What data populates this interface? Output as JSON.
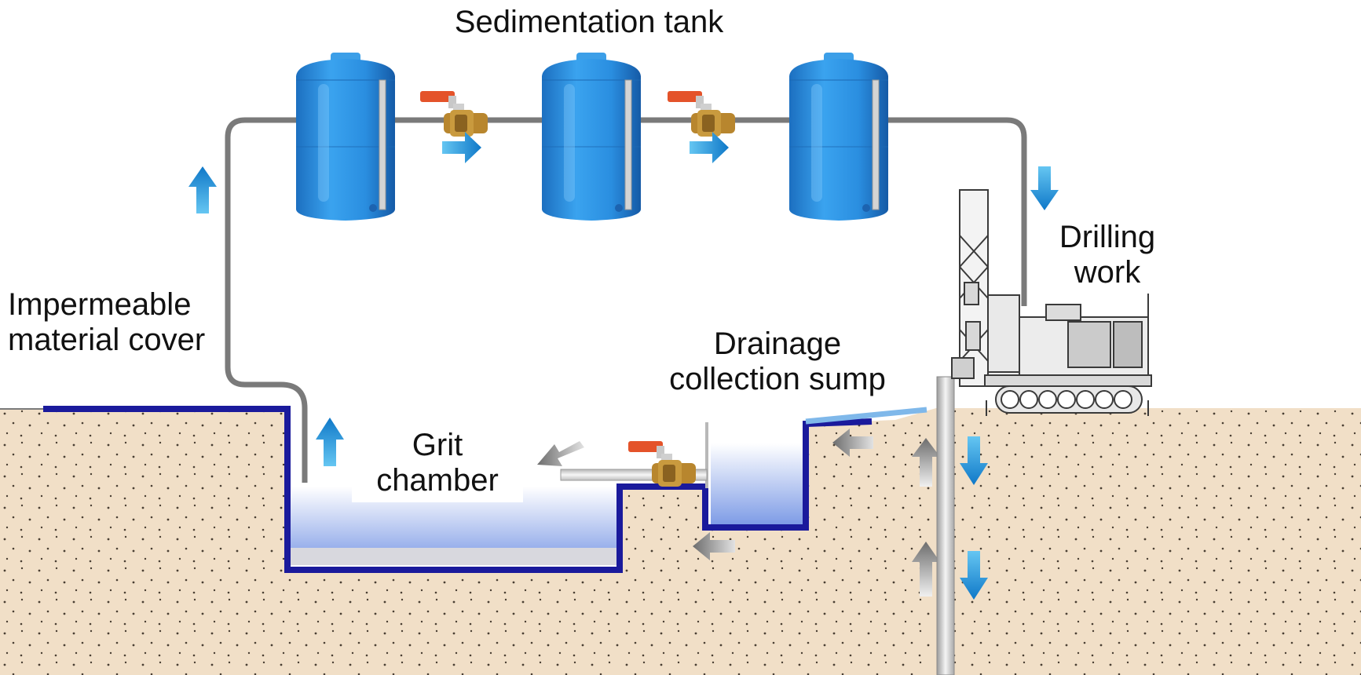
{
  "labels": {
    "sedimentation_tank": "Sedimentation tank",
    "drilling_work_1": "Drilling",
    "drilling_work_2": "work",
    "impermeable_1": "Impermeable",
    "impermeable_2": "material cover",
    "drainage_1": "Drainage",
    "drainage_2": "collection sump",
    "grit_1": "Grit",
    "grit_2": "chamber"
  },
  "colors": {
    "tank_blue": "#2c8fde",
    "liner_navy": "#1a1a9c",
    "pipe_gray": "#7a7a7a",
    "soil_sand": "#f1dfc7",
    "flow_arrow_blue": "#1e8fd8",
    "flow_arrow_gray": "#8c8c8c",
    "valve_handle": "#e4532a",
    "valve_brass": "#b8862e"
  },
  "icons": {
    "tank": "sedimentation-tank-icon",
    "valve": "ball-valve-icon",
    "rig": "drilling-rig-icon"
  }
}
